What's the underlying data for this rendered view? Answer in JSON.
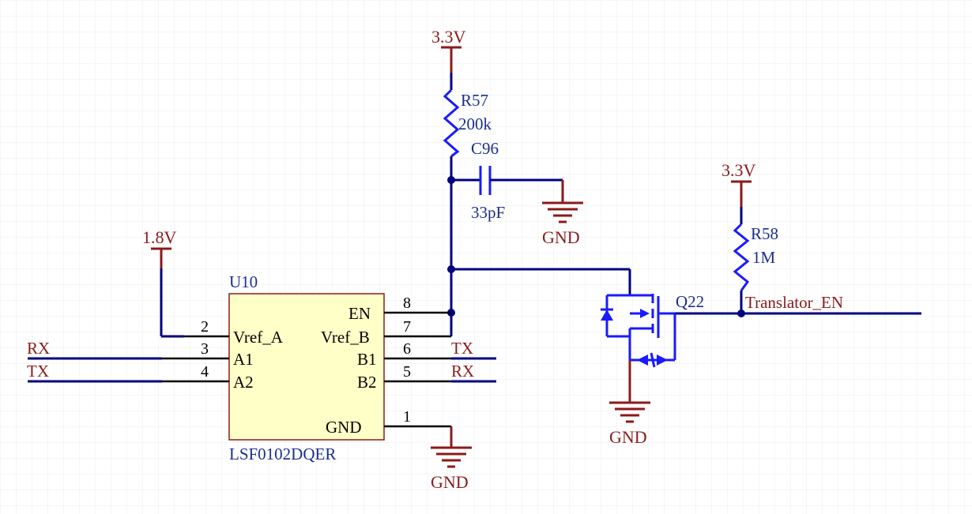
{
  "power": {
    "r57_supply": "3.3V",
    "r58_supply": "3.3V",
    "u10_vref_a_supply": "1.8V",
    "gnd_c96": "GND",
    "gnd_q22": "GND",
    "gnd_u10": "GND"
  },
  "u10": {
    "ref": "U10",
    "part": "LSF0102DQER",
    "pins_left": [
      {
        "num": "2",
        "name": "Vref_A"
      },
      {
        "num": "3",
        "name": "A1"
      },
      {
        "num": "4",
        "name": "A2"
      }
    ],
    "pins_right": [
      {
        "num": "8",
        "name": "EN"
      },
      {
        "num": "7",
        "name": "Vref_B"
      },
      {
        "num": "6",
        "name": "B1"
      },
      {
        "num": "5",
        "name": "B2"
      },
      {
        "num": "1",
        "name": "GND"
      }
    ]
  },
  "r57": {
    "ref": "R57",
    "value": "200k"
  },
  "r58": {
    "ref": "R58",
    "value": "1M"
  },
  "c96": {
    "ref": "C96",
    "value": "33pF"
  },
  "q22": {
    "ref": "Q22"
  },
  "nets": {
    "left_a1": "RX",
    "left_a2": "TX",
    "right_b1": "TX",
    "right_b2": "RX",
    "enable": "Translator_EN"
  },
  "colors": {
    "wire": "#000080",
    "component": "#1a1aff",
    "power": "#8b1a1a",
    "ic_fill": "#ffffc8",
    "ic_border": "#8b1a1a",
    "junction": "#000080",
    "grid": "#e4e4e4"
  }
}
